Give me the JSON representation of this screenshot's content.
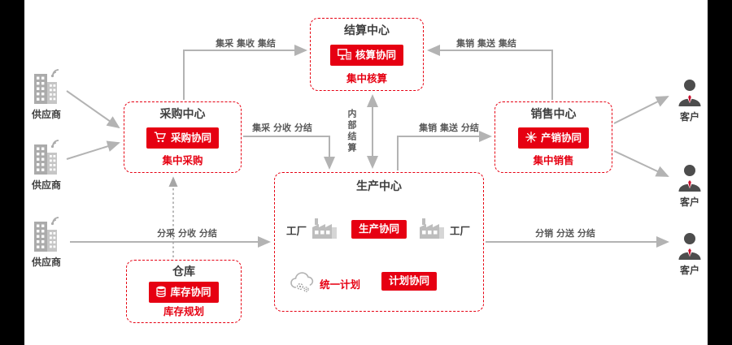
{
  "meta": {
    "accent_color": "#e60012",
    "arrow_color": "#b3b3b3"
  },
  "centers": {
    "settlement": {
      "title": "结算中心",
      "badge": "核算协同",
      "subtitle": "集中核算"
    },
    "procurement": {
      "title": "采购中心",
      "badge": "采购协同",
      "subtitle": "集中采购"
    },
    "sales": {
      "title": "销售中心",
      "badge": "产销协同",
      "subtitle": "集中销售"
    },
    "production": {
      "title": "生产中心",
      "badge": "生产协同",
      "factory_left": "工厂",
      "factory_right": "工厂",
      "plan_text": "统一计划",
      "plan_badge": "计划协同"
    },
    "warehouse": {
      "title": "仓库",
      "badge": "库存协同",
      "subtitle": "库存规划"
    }
  },
  "actors": {
    "suppliers": [
      {
        "label": "供应商"
      },
      {
        "label": "供应商"
      },
      {
        "label": "供应商"
      }
    ],
    "customers": [
      {
        "label": "客户"
      },
      {
        "label": "客户"
      },
      {
        "label": "客户"
      }
    ]
  },
  "flows": {
    "procurement_to_settlement": "集采 集收 集结",
    "sales_to_settlement": "集销 集送 集结",
    "procurement_to_production": "集采 分收 分结",
    "production_to_sales": "集销 集送 分结",
    "supplier_to_production": "分采 分收 分结",
    "production_to_customer": "分销 分送 分结",
    "internal_settlement": "内部结算"
  }
}
